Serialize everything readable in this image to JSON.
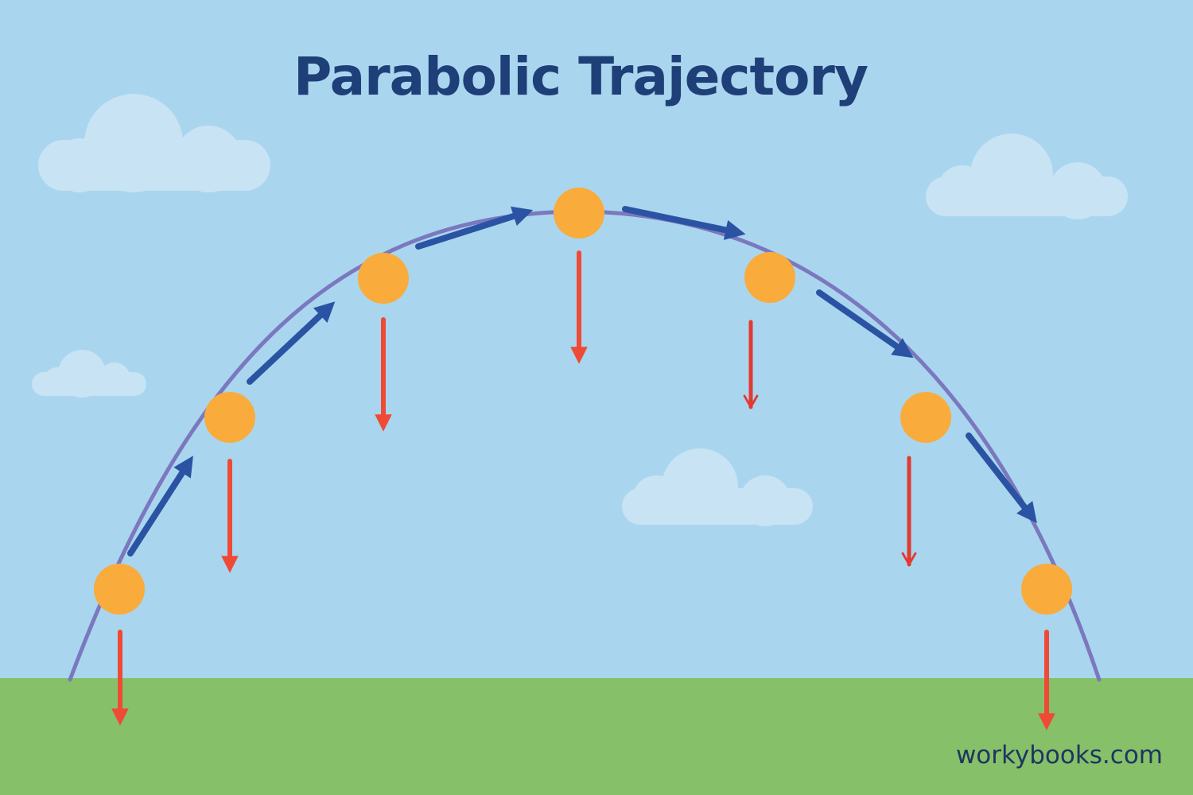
{
  "title": "Parabolic Trajectory",
  "watermark": "workybooks.com",
  "colors": {
    "sky": "#a9d6ee",
    "ground": "#86c069",
    "cloud": "#c8e3f3",
    "path": "#7b78bf",
    "ball": "#f9ab3c",
    "velocity_arrow": "#2b53a3",
    "gravity_arrow": "#ef4a36",
    "title": "#1e3f78"
  },
  "icons": {
    "ball": "orange-ball-icon",
    "velocity": "blue-velocity-arrow-icon",
    "gravity": "red-gravity-arrow-icon",
    "cloud": "cloud-icon"
  },
  "balls": [
    {
      "id": "ball-1"
    },
    {
      "id": "ball-2"
    },
    {
      "id": "ball-3"
    },
    {
      "id": "ball-4"
    },
    {
      "id": "ball-5"
    },
    {
      "id": "ball-6"
    },
    {
      "id": "ball-7"
    }
  ]
}
